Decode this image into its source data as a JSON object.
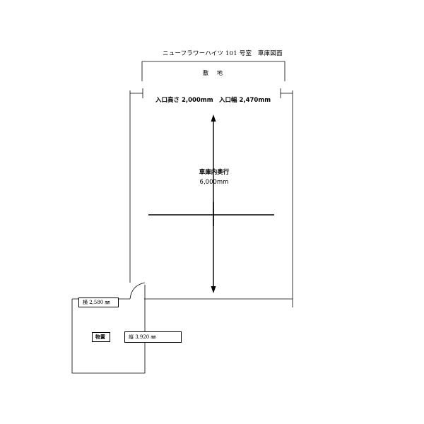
{
  "title": "ニューフラワーハイツ 101 号室　車庫図面",
  "lot": {
    "label": "敷　地"
  },
  "entrance": {
    "height_label": "入口高さ 2,000mm",
    "width_label": "入口幅 2,470mm"
  },
  "garage_depth": {
    "label": "車庫内奥行",
    "value": "6,000mm"
  },
  "storage": {
    "label": "物置",
    "width_label": "横 2,580 ㎜",
    "length_label": "縦 3,920 ㎜"
  },
  "colors": {
    "line": "#000000",
    "background": "#ffffff"
  }
}
